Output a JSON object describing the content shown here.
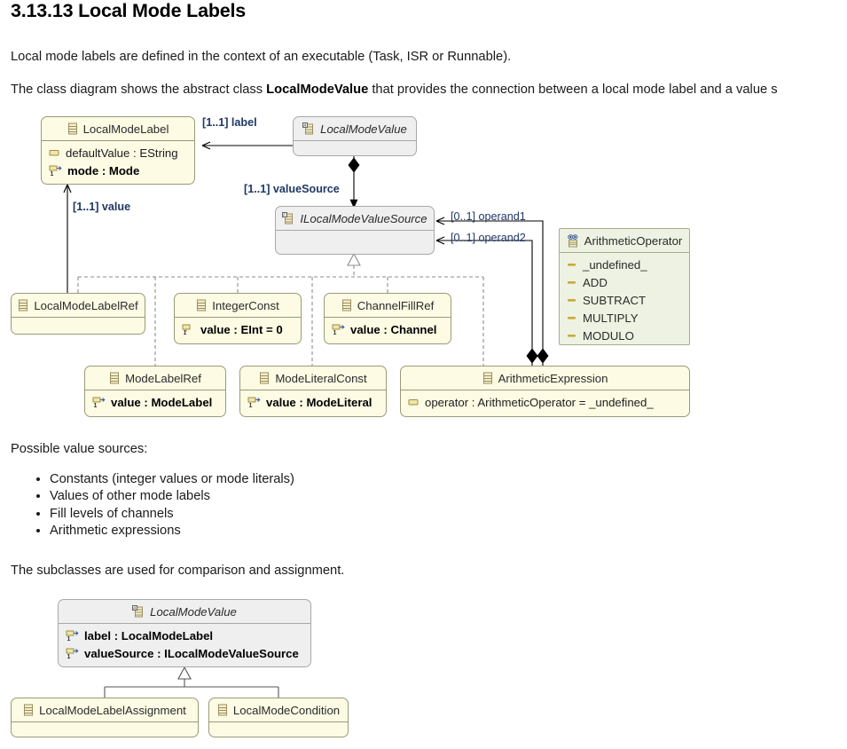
{
  "page": {
    "heading": "3.13.13 Local Mode Labels",
    "para1": "Local mode labels are defined in the context of an executable (Task, ISR or Runnable).",
    "para2_before": "The class diagram shows the abstract class ",
    "para2_bold": "LocalModeValue",
    "para2_after": " that provides the connection between a local mode label and a value s",
    "para3": "Possible value sources:",
    "para4": "The subclasses are used for comparison and assignment.",
    "bullets": [
      "Constants (integer values or mode literals)",
      "Values of other mode labels",
      "Fill levels of channels",
      "Arithmetic expressions"
    ]
  },
  "colors": {
    "class_fill": "#fdfbe4",
    "class_border": "#9a9a7a",
    "abstract_fill": "#efefef",
    "abstract_border": "#a8a8a8",
    "enum_fill": "#eef2e2",
    "enum_border": "#a9ad8e",
    "label_color": "#1f3864",
    "connector": "#000000",
    "inherit_dashed": "#8c8c8c"
  },
  "diagram_top": {
    "classes": {
      "local_mode_label": {
        "name": "LocalModeLabel",
        "stereotype": "class",
        "abstract": false,
        "features": [
          {
            "text": "defaultValue : EString",
            "icon": "attribute-icon",
            "bold": false
          },
          {
            "text": "mode : Mode",
            "icon": "reference-icon",
            "bold": true
          }
        ]
      },
      "local_mode_value": {
        "name": "LocalModeValue",
        "stereotype": "abstract-class",
        "abstract": true,
        "features": []
      },
      "i_local_mode_value_source": {
        "name": "ILocalModeValueSource",
        "stereotype": "interface",
        "abstract": true,
        "features": []
      },
      "arithmetic_operator": {
        "name": "ArithmeticOperator",
        "stereotype": "enum",
        "abstract": false,
        "literals": [
          "_undefined_",
          "ADD",
          "SUBTRACT",
          "MULTIPLY",
          "MODULO"
        ]
      },
      "local_mode_label_ref": {
        "name": "LocalModeLabelRef",
        "stereotype": "class",
        "abstract": false,
        "features": []
      },
      "integer_const": {
        "name": "IntegerConst",
        "stereotype": "class",
        "abstract": false,
        "features": [
          {
            "text": "value : EInt = 0",
            "icon": "attribute-icon",
            "bold": true
          }
        ]
      },
      "channel_fill_ref": {
        "name": "ChannelFillRef",
        "stereotype": "class",
        "abstract": false,
        "features": [
          {
            "text": "value : Channel",
            "icon": "reference-icon",
            "bold": true
          }
        ]
      },
      "mode_label_ref": {
        "name": "ModeLabelRef",
        "stereotype": "class",
        "abstract": false,
        "features": [
          {
            "text": "value : ModeLabel",
            "icon": "reference-icon",
            "bold": true
          }
        ]
      },
      "mode_literal_const": {
        "name": "ModeLiteralConst",
        "stereotype": "class",
        "abstract": false,
        "features": [
          {
            "text": "value : ModeLiteral",
            "icon": "reference-icon",
            "bold": true
          }
        ]
      },
      "arithmetic_expression": {
        "name": "ArithmeticExpression",
        "stereotype": "class",
        "abstract": false,
        "features": [
          {
            "text": "operator : ArithmeticOperator = _undefined_",
            "icon": "attribute-icon",
            "bold": false
          }
        ]
      }
    },
    "edge_labels": {
      "label": "[1..1] label",
      "value_source": "[1..1] valueSource",
      "value": "[1..1] value",
      "operand1": "[0..1] operand1",
      "operand2": "[0..1] operand2"
    }
  },
  "diagram_bottom": {
    "classes": {
      "local_mode_value": {
        "name": "LocalModeValue",
        "stereotype": "abstract-class",
        "abstract": true,
        "features": [
          {
            "text": "label : LocalModeLabel",
            "icon": "reference-icon",
            "bold": true
          },
          {
            "text": "valueSource : ILocalModeValueSource",
            "icon": "reference-icon",
            "bold": true
          }
        ]
      },
      "local_mode_label_assignment": {
        "name": "LocalModeLabelAssignment",
        "stereotype": "class",
        "abstract": false,
        "features": []
      },
      "local_mode_condition": {
        "name": "LocalModeCondition",
        "stereotype": "class",
        "abstract": false,
        "features": []
      }
    }
  }
}
